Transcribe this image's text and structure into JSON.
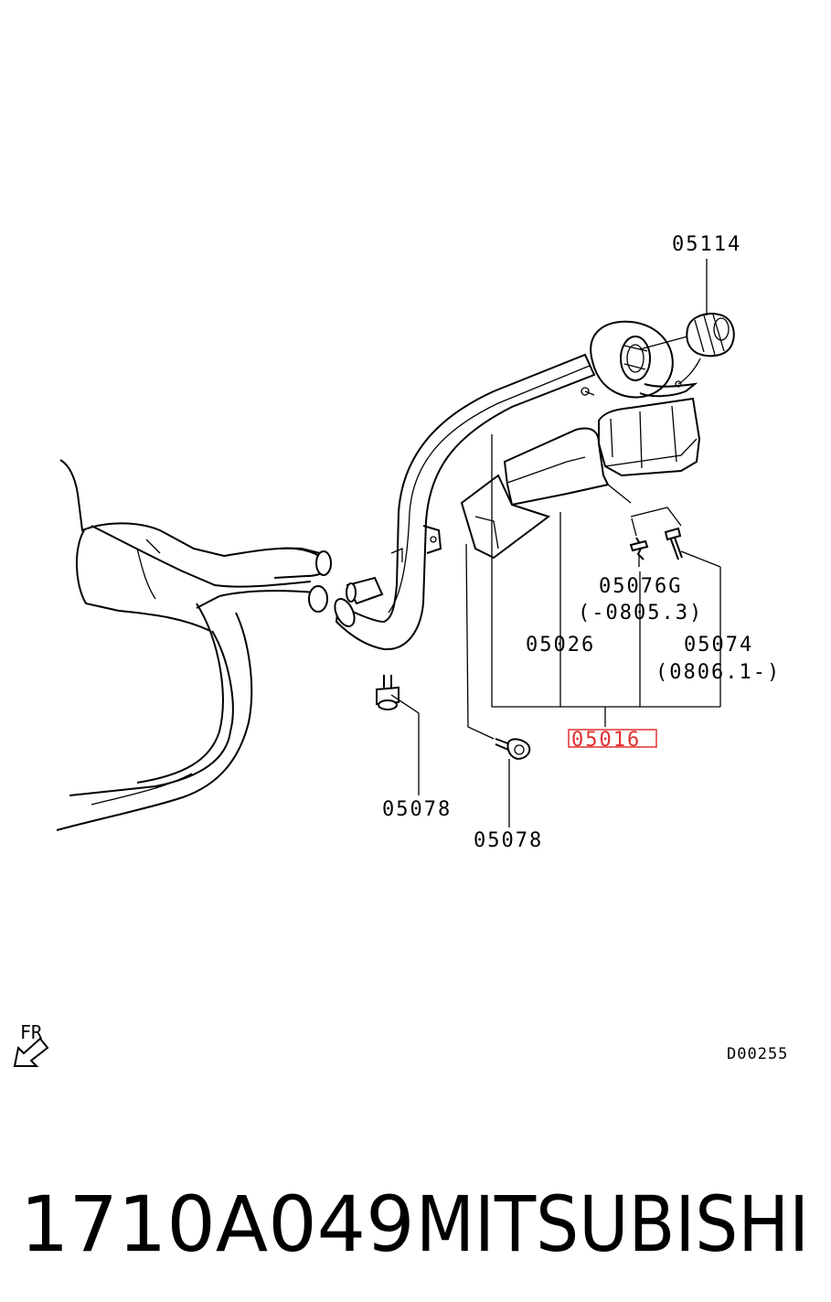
{
  "labels": {
    "p05114": "05114",
    "p05076g": "05076G",
    "p05076g_range": "(-0805.3)",
    "p05026": "05026",
    "p05074": "05074",
    "p05074_range": "(0806.1-)",
    "p05016": "05016",
    "p05078_left": "05078",
    "p05078_right": "05078"
  },
  "direction": {
    "label": "FR"
  },
  "diagram_code": "D00255",
  "footer": {
    "part_number": "1710A049",
    "brand": "MITSUBISHI"
  },
  "colors": {
    "highlight": "#e03030",
    "ink": "#000000"
  }
}
